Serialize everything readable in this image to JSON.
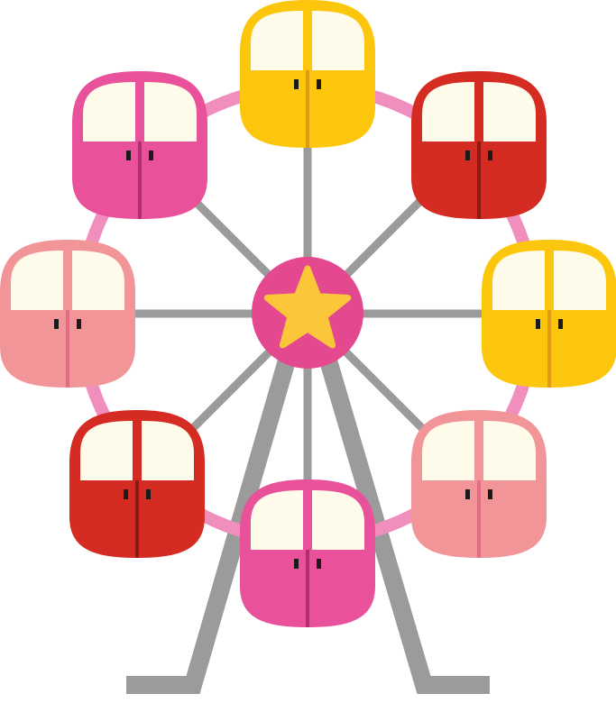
{
  "illustration": {
    "subject": "ferris-wheel",
    "icon": "star-icon",
    "colors": {
      "background": "#ffffff",
      "frame": "#9b9b9b",
      "rim": "#f08fbe",
      "hub": "#e4488f",
      "star": "#fcc63a",
      "window": "#fffbea",
      "door_handle": "#1a1a1a"
    },
    "cabins": [
      {
        "position": "top",
        "body": "#fbc60b",
        "seam": "#e39a12"
      },
      {
        "position": "upper-right",
        "body": "#d42b22",
        "seam": "#8e1a16"
      },
      {
        "position": "right",
        "body": "#fbc60b",
        "seam": "#e39a12"
      },
      {
        "position": "lower-right",
        "body": "#f29599",
        "seam": "#e36c85"
      },
      {
        "position": "bottom",
        "body": "#e9519b",
        "seam": "#b22c70"
      },
      {
        "position": "lower-left",
        "body": "#d42b22",
        "seam": "#8e1a16"
      },
      {
        "position": "left",
        "body": "#f29599",
        "seam": "#e36c85"
      },
      {
        "position": "upper-left",
        "body": "#e9519b",
        "seam": "#b22c70"
      }
    ]
  }
}
